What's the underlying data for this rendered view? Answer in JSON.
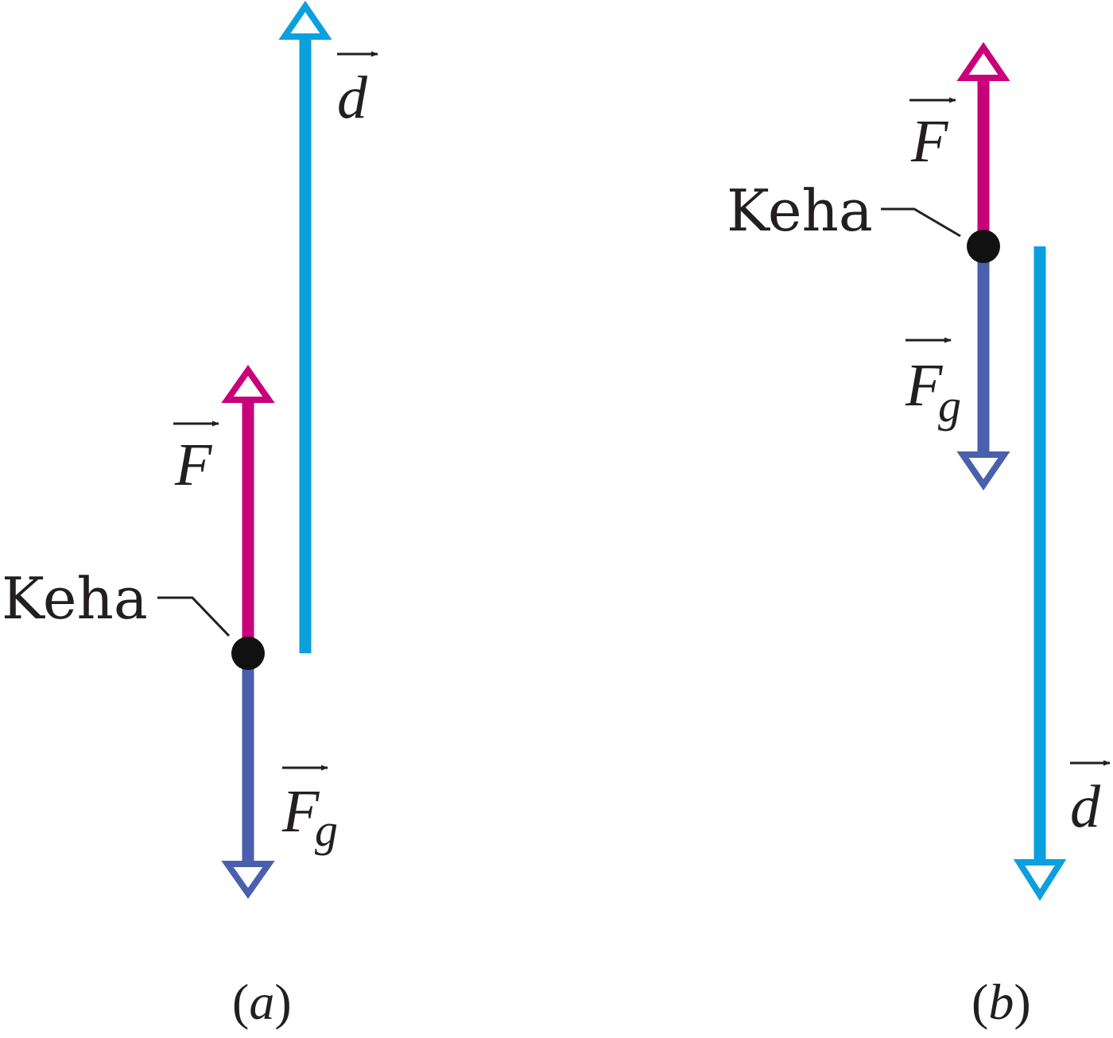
{
  "colors": {
    "force_applied": "#c8007a",
    "force_gravity": "#4a5fad",
    "displacement": "#0aa0de",
    "text": "#231f20",
    "body_dot": "#111111"
  },
  "labels": {
    "body": "Keha",
    "force_symbol": "F",
    "gravity_subscript": "g",
    "displacement_symbol": "d"
  },
  "panels": [
    {
      "id": "a",
      "caption_open": "(",
      "caption_letter": "a",
      "caption_close": ")",
      "displacement_direction": "up"
    },
    {
      "id": "b",
      "caption_open": "(",
      "caption_letter": "b",
      "caption_close": ")",
      "displacement_direction": "down"
    }
  ]
}
